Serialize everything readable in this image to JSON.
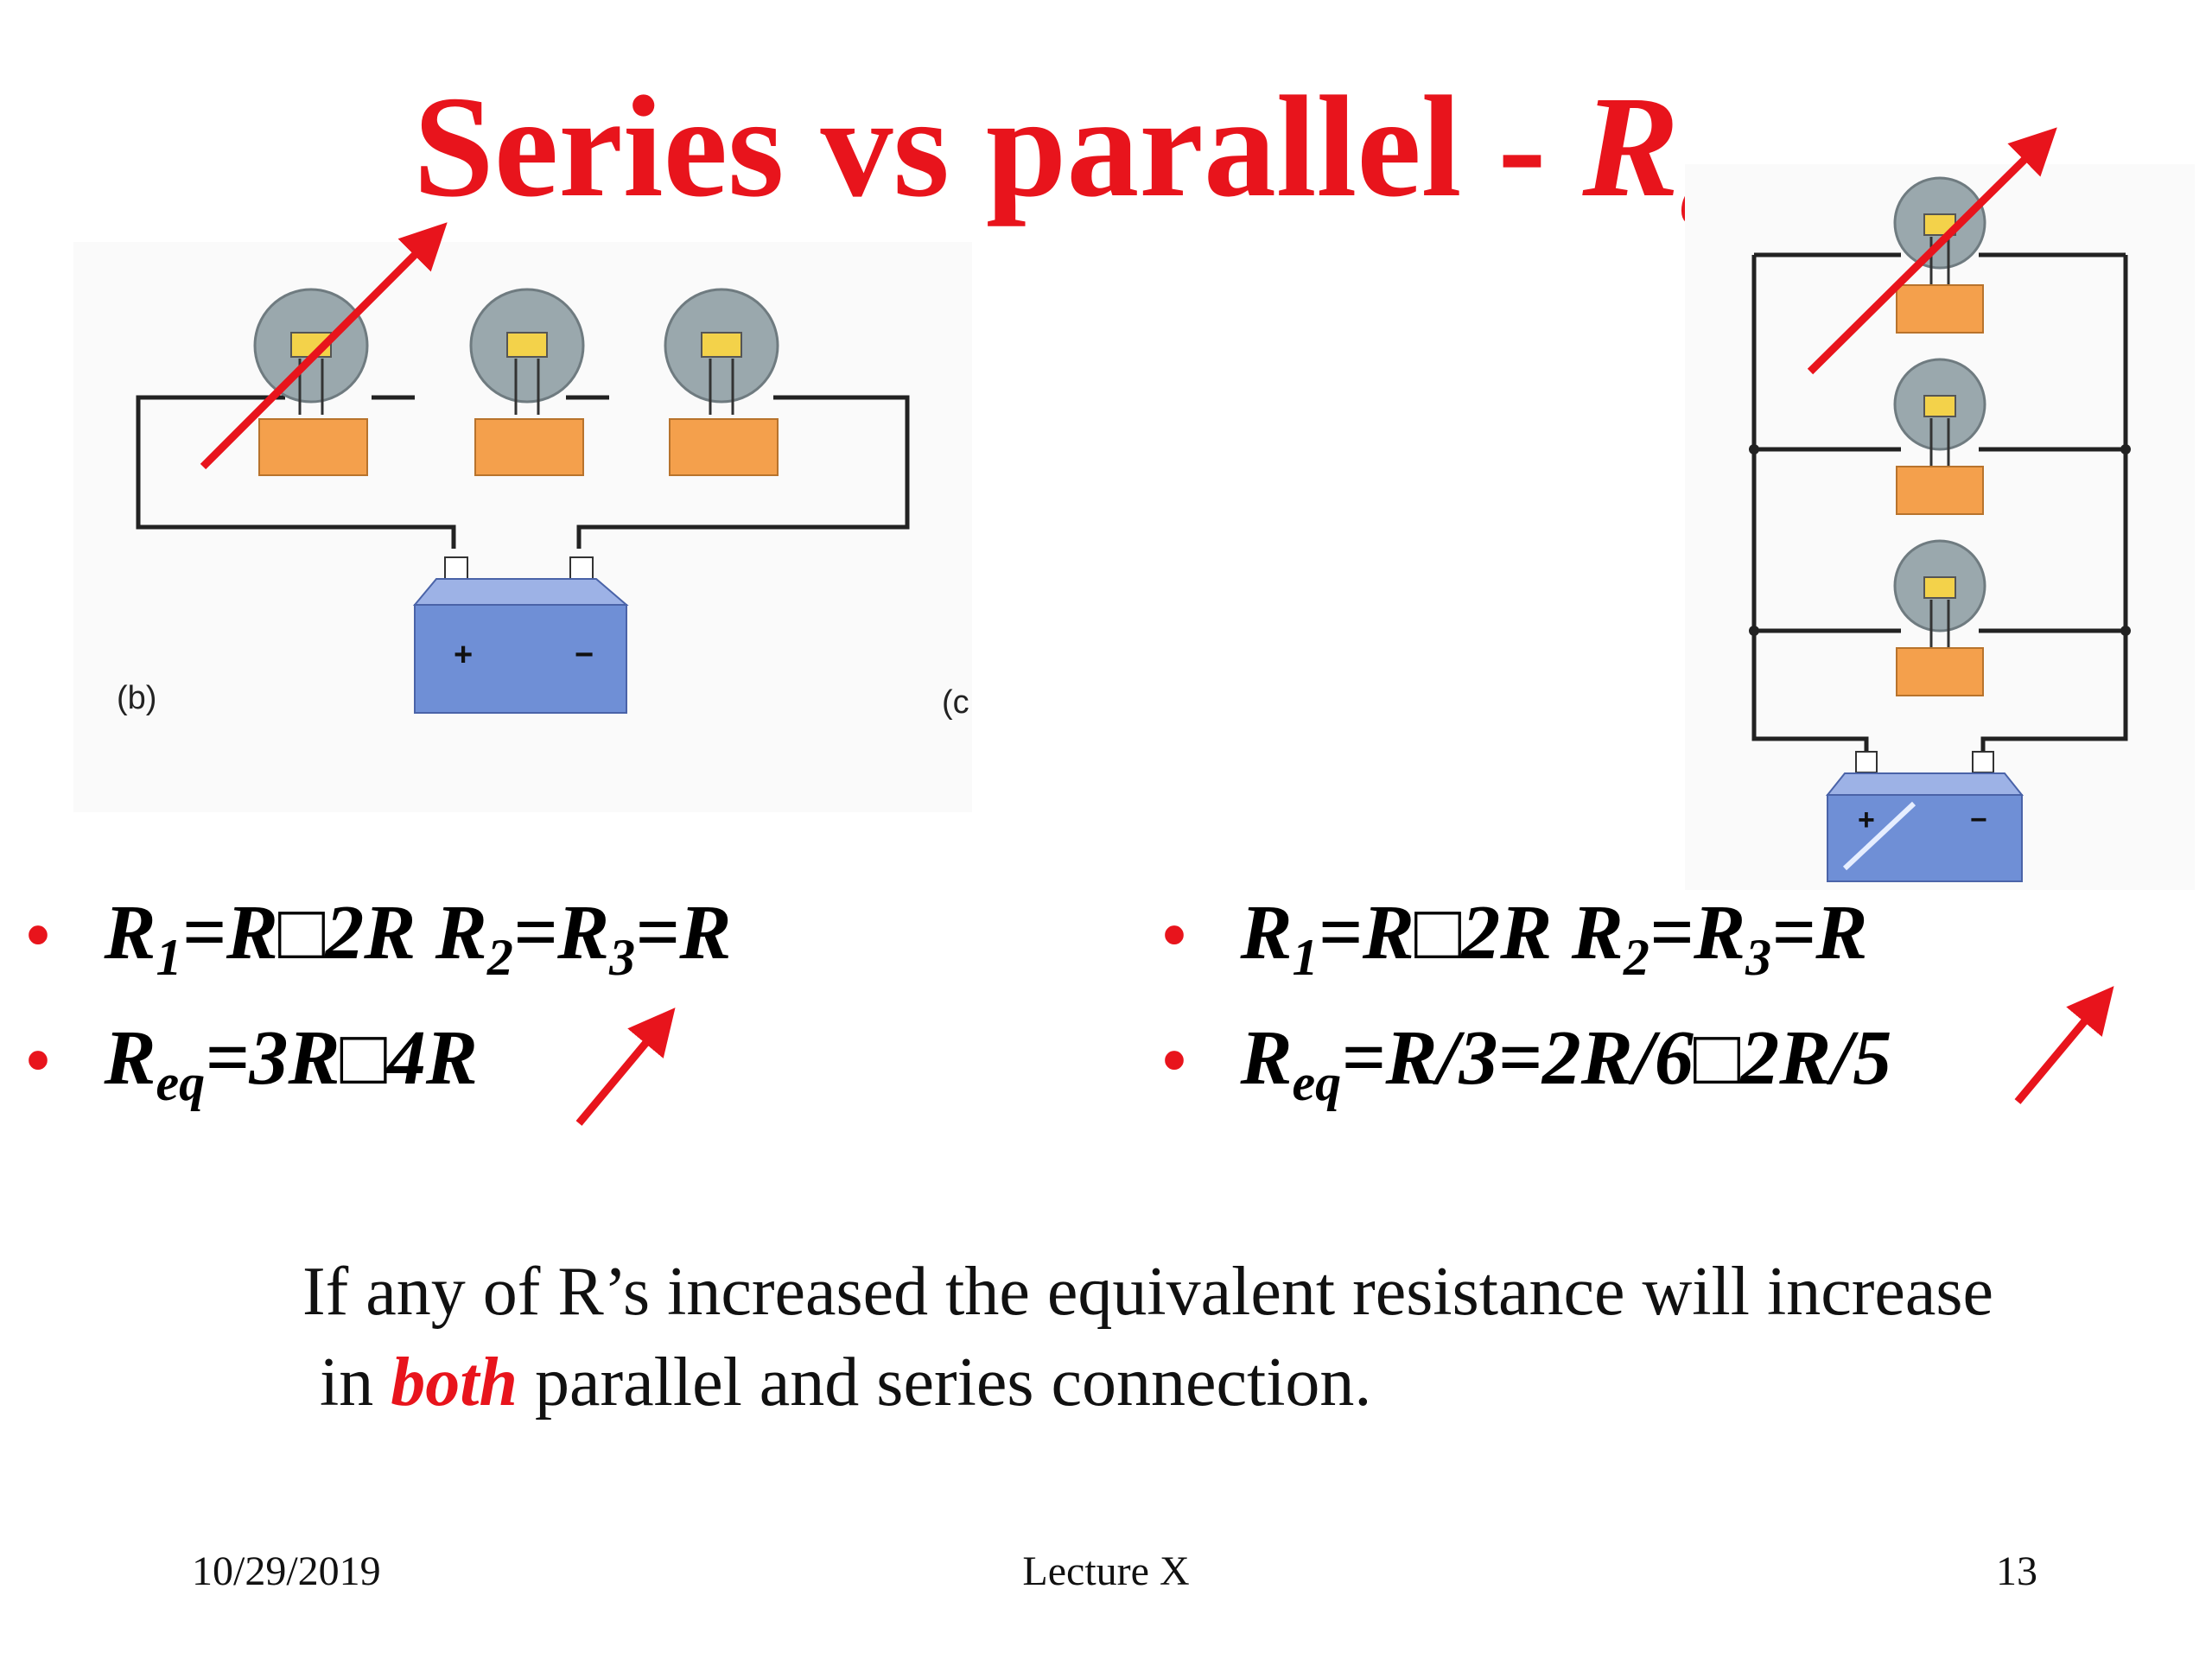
{
  "title": {
    "main": "Series vs parallel - ",
    "symbol": "R",
    "subscript": "eq"
  },
  "series_diagram": {
    "label_b": "(b)",
    "label_c": "(c",
    "plus": "+",
    "minus": "−"
  },
  "parallel_diagram": {
    "plus": "+",
    "minus": "−"
  },
  "left_bullets": {
    "line1": {
      "r1": "R",
      "r1_sub": "1",
      "eq1": "=R",
      "mid": "2R R",
      "r2_sub": "2",
      "eq2": "=R",
      "r3_sub": "3",
      "tail": "=R"
    },
    "line2": {
      "r": "R",
      "r_sub": "eq",
      "tail_a": "=3R",
      "tail_b": "4R"
    }
  },
  "right_bullets": {
    "line1": {
      "r1": "R",
      "r1_sub": "1",
      "eq1": "=R",
      "mid": "2R R",
      "r2_sub": "2",
      "eq2": "=R",
      "r3_sub": "3",
      "tail": "=R"
    },
    "line2": {
      "r": "R",
      "r_sub": "eq",
      "tail_a": "=R/3=2R/6",
      "tail_b": "2R/5"
    }
  },
  "bullet_char": "•",
  "missing_glyph": "□",
  "note": {
    "line1": "If any of R’s increased the equivalent resistance will increase",
    "line2_pre": "in ",
    "line2_em": "both",
    "line2_post": " parallel and series connection."
  },
  "footer": {
    "date": "10/29/2019",
    "center": "Lecture X",
    "page": "13"
  },
  "colors": {
    "accent": "#e8141c",
    "battery": "#6f8fd6",
    "socket": "#f4a04c",
    "bulb": "#9aa8ad"
  }
}
